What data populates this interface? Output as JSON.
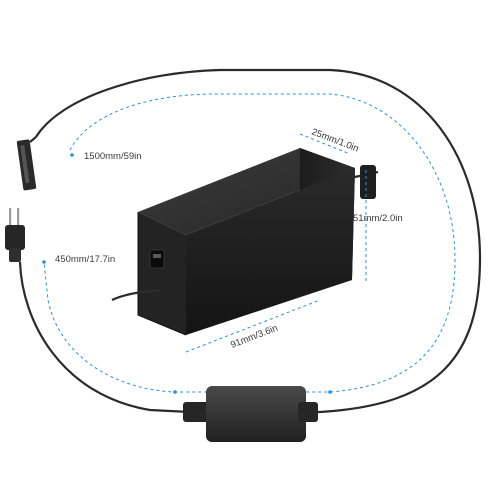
{
  "cable_length_label": "1500mm/59in",
  "dc_cable_length_label": "450mm/17.7in",
  "depth_label": "25mm/1.0in",
  "height_label": "51mm/2.0in",
  "width_label": "91mm/3.6in",
  "colors": {
    "cable": "#2b2b2b",
    "body": "#1e1e1e",
    "dimension_line": "#2c8fd6",
    "text": "#3a3a3a"
  }
}
